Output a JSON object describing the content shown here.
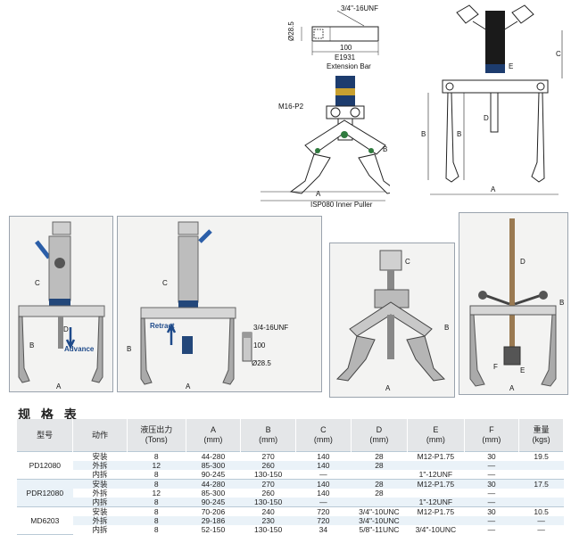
{
  "drawings": {
    "extension_bar": {
      "thread_label": "3/4\"-16UNF",
      "dia_label": "Ø28.5",
      "length_label": "100",
      "model_label": "E1931",
      "name_label": "Extension Bar"
    },
    "inner_puller": {
      "thread_label": "M16-P2",
      "dim_a": "A",
      "dim_b": "B",
      "caption": "ISP080  Inner Puller"
    },
    "outer_puller": {
      "dim_a": "A",
      "dim_b": "B",
      "dim_b2": "B",
      "dim_c": "C",
      "dim_d": "D",
      "dim_e": "E"
    }
  },
  "photos": {
    "p1": {
      "advance_label": "Advance",
      "dim_a": "A",
      "dim_b": "B",
      "dim_c": "C",
      "dim_d": "D"
    },
    "p2": {
      "retract_label": "Retract",
      "thread_label": "3/4-16UNF",
      "dia_label": "Ø28.5",
      "bar_len": "100",
      "dim_a": "A",
      "dim_b": "B",
      "dim_c": "C"
    },
    "p3": {
      "dim_a": "A",
      "dim_b": "B",
      "dim_c": "C"
    },
    "p4": {
      "dim_a": "A",
      "dim_b": "B",
      "dim_d": "D",
      "dim_e": "E",
      "dim_f": "F"
    }
  },
  "spec_table": {
    "title": "规 格 表",
    "headers": [
      {
        "l1": "型号",
        "l2": ""
      },
      {
        "l1": "动作",
        "l2": ""
      },
      {
        "l1": "液压出力",
        "l2": "(Tons)"
      },
      {
        "l1": "A",
        "l2": "(mm)"
      },
      {
        "l1": "B",
        "l2": "(mm)"
      },
      {
        "l1": "C",
        "l2": "(mm)"
      },
      {
        "l1": "D",
        "l2": "(mm)"
      },
      {
        "l1": "E",
        "l2": "(mm)"
      },
      {
        "l1": "F",
        "l2": "(mm)"
      },
      {
        "l1": "重量",
        "l2": "(kgs)"
      }
    ],
    "groups": [
      {
        "model": "PD12080",
        "rows": [
          {
            "action": "安装",
            "force": "8",
            "a": "44-280",
            "b": "270",
            "c": "140",
            "d": "28",
            "e": "M12-P1.75",
            "f": "30",
            "w": "19.5"
          },
          {
            "action": "外拆",
            "force": "12",
            "a": "85-300",
            "b": "260",
            "c": "140",
            "d": "28",
            "e": "",
            "f": "—",
            "w": ""
          },
          {
            "action": "内拆",
            "force": "8",
            "a": "90-245",
            "b": "130-150",
            "c": "—",
            "d": "",
            "e": "1\"-12UNF",
            "f": "—",
            "w": ""
          }
        ]
      },
      {
        "model": "PDR12080",
        "rows": [
          {
            "action": "安装",
            "force": "8",
            "a": "44-280",
            "b": "270",
            "c": "140",
            "d": "28",
            "e": "M12-P1.75",
            "f": "30",
            "w": "17.5"
          },
          {
            "action": "外拆",
            "force": "12",
            "a": "85-300",
            "b": "260",
            "c": "140",
            "d": "28",
            "e": "",
            "f": "—",
            "w": ""
          },
          {
            "action": "内拆",
            "force": "8",
            "a": "90-245",
            "b": "130-150",
            "c": "—",
            "d": "",
            "e": "1\"-12UNF",
            "f": "—",
            "w": ""
          }
        ]
      },
      {
        "model": "MD6203",
        "rows": [
          {
            "action": "安装",
            "force": "8",
            "a": "70-206",
            "b": "240",
            "c": "720",
            "d": "3/4\"-10UNC",
            "e": "M12-P1.75",
            "f": "30",
            "w": "10.5"
          },
          {
            "action": "外拆",
            "force": "8",
            "a": "29-186",
            "b": "230",
            "c": "720",
            "d": "3/4\"-10UNC",
            "e": "",
            "f": "—",
            "w": "—"
          },
          {
            "action": "内拆",
            "force": "8",
            "a": "52-150",
            "b": "130-150",
            "c": "34",
            "d": "5/8\"-11UNC",
            "e": "3/4\"-10UNC",
            "f": "—",
            "w": "—"
          }
        ]
      }
    ]
  }
}
